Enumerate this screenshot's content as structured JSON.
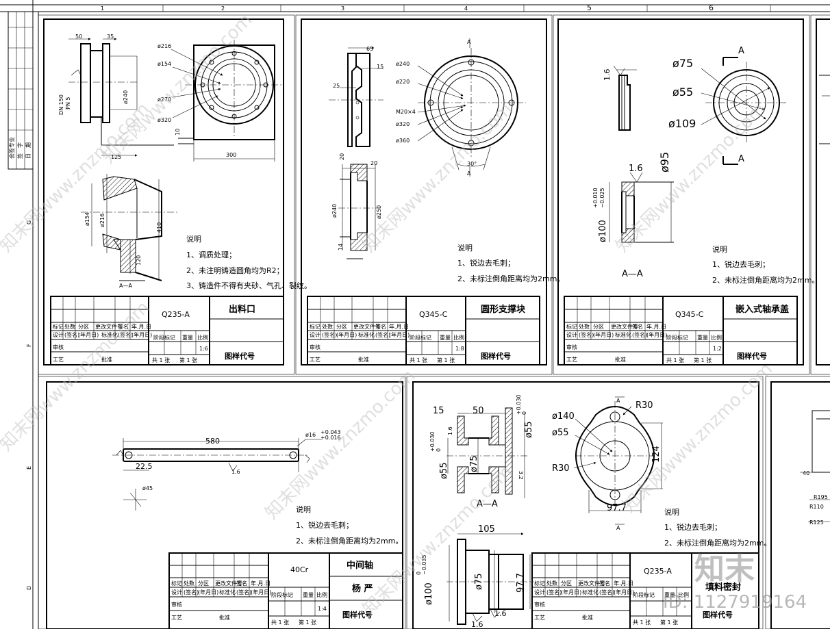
{
  "border": {
    "top_zones": [
      "1",
      "2",
      "3",
      "4",
      "5",
      "6"
    ],
    "left_zones": [
      "G",
      "F",
      "E",
      "D"
    ],
    "side_labels": [
      "会签专业",
      "签　字",
      "日　期"
    ]
  },
  "sheets": {
    "outlet": {
      "dims": [
        "50",
        "35",
        "ø216",
        "ø154",
        "ø270",
        "ø320",
        "ø240",
        "DN 150",
        "PN 5",
        "125",
        "300",
        "10",
        "ø154",
        "ø216",
        "410",
        "120"
      ],
      "section_label": "A—A",
      "notes_title": "说明",
      "notes": [
        "1、调质处理；",
        "2、未注明铸造圆角均为R2；",
        "3、铸造件不得有夹砂、气孔、裂纹。"
      ],
      "material": "Q235-A",
      "name": "出料口",
      "drawing_no_label": "图样代号",
      "scale": "1:6"
    },
    "support": {
      "dims": [
        "65",
        "15",
        "25",
        "ø240",
        "ø220",
        "M20×4",
        "ø320",
        "ø360",
        "30°",
        "20",
        "20",
        "ø240",
        "ø250",
        "14"
      ],
      "section_mark": "A",
      "notes_title": "说明",
      "notes": [
        "1、锐边去毛刺；",
        "2、未标注倒角距离均为2mm。"
      ],
      "material": "Q345-C",
      "name": "圆形支撑块",
      "drawing_no_label": "图样代号",
      "scale": "1:8"
    },
    "bearing_cover": {
      "dims": [
        "1.6",
        "ø75",
        "ø55",
        "ø109",
        "1.6",
        "ø95",
        "ø100"
      ],
      "tolerance": [
        "+0.010",
        "−0.025"
      ],
      "section_mark": "A",
      "section_label": "A—A",
      "notes_title": "说明",
      "notes": [
        "1、锐边去毛刺；",
        "2、未标注倒角距离均为2mm。"
      ],
      "material": "Q345-C",
      "name": "嵌入式轴承盖",
      "drawing_no_label": "图样代号",
      "scale": "1:2"
    },
    "shaft": {
      "dims": [
        "580",
        "ø16",
        "22.5",
        "ø45",
        "1.6"
      ],
      "tolerance": [
        "+0.043",
        "+0.016"
      ],
      "notes_title": "说明",
      "notes": [
        "1、锐边去毛刺；",
        "2、未标注倒角距离均为2mm。"
      ],
      "material": "40Cr",
      "name": "中间轴",
      "maker": "杨 严",
      "drawing_no_label": "图样代号",
      "scale": "1:4"
    },
    "seal": {
      "dims": [
        "15",
        "50",
        "ø55",
        "1.6",
        "ø75",
        "ø55",
        "3.2",
        "ø140",
        "ø55",
        "R30",
        "R30",
        "124",
        "97.7",
        "105",
        "ø100",
        "ø75",
        "97.7",
        "1.6",
        "1.6"
      ],
      "tolerance_top": [
        "+0.030",
        "0"
      ],
      "tolerance_bottom": [
        "0",
        "−0.035"
      ],
      "section_mark": "A",
      "section_label": "A—A",
      "notes_title": "说明",
      "notes": [
        "1、锐边去毛刺；",
        "2、未标注倒角距离均为2mm。"
      ],
      "material": "Q235-A",
      "name": "填料密封",
      "drawing_no_label": "图样代号"
    },
    "partial": {
      "dims": [
        "40",
        "R195",
        "R110",
        "R125"
      ]
    }
  },
  "title_block_headers": {
    "row1": [
      "标记",
      "处数",
      "分区",
      "更改文件号",
      "签名",
      "年.月.日"
    ],
    "row2": [
      "设计",
      "(签名)",
      "(年月日)",
      "标准化",
      "(签名)",
      "(年月日)"
    ],
    "row3": [
      "审核"
    ],
    "row4": [
      "工艺",
      "批准"
    ],
    "stage": [
      "阶段标记",
      "重量",
      "比例"
    ],
    "sheets": [
      "共 1 张",
      "第 1 张"
    ]
  },
  "watermarks": [
    "知末网www.znzmo.com"
  ],
  "logo": "知末",
  "image_id": "ID: 1127919164"
}
